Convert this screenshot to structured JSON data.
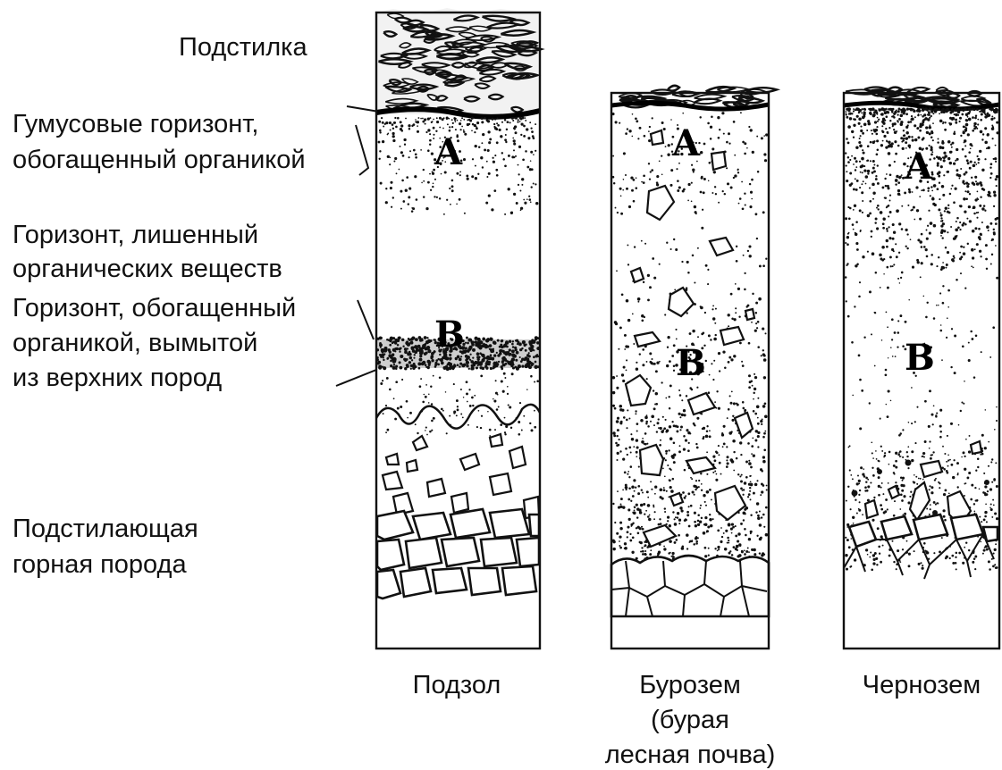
{
  "labels": {
    "litter": "Подстилка",
    "humus": [
      "Гумусовые горизонт,",
      "обогащенный органикой"
    ],
    "eluvial": [
      "Горизонт, лишенный",
      "органических веществ"
    ],
    "illuvial": [
      "Горизонт, обогащенный",
      "органикой, вымытой",
      "из верхних пород"
    ],
    "bedrock": [
      "Подстилающая",
      "горная порода"
    ]
  },
  "horizon_letters": {
    "a": "A",
    "b": "B"
  },
  "profiles": [
    {
      "id": "podzol",
      "caption": [
        "Подзол"
      ]
    },
    {
      "id": "burozem",
      "caption": [
        "Бурозем",
        "(бурая",
        "лесная почва)"
      ]
    },
    {
      "id": "chernozem",
      "caption": [
        "Чернозем"
      ]
    }
  ],
  "colors": {
    "ink": "#111111",
    "background": "#ffffff"
  }
}
